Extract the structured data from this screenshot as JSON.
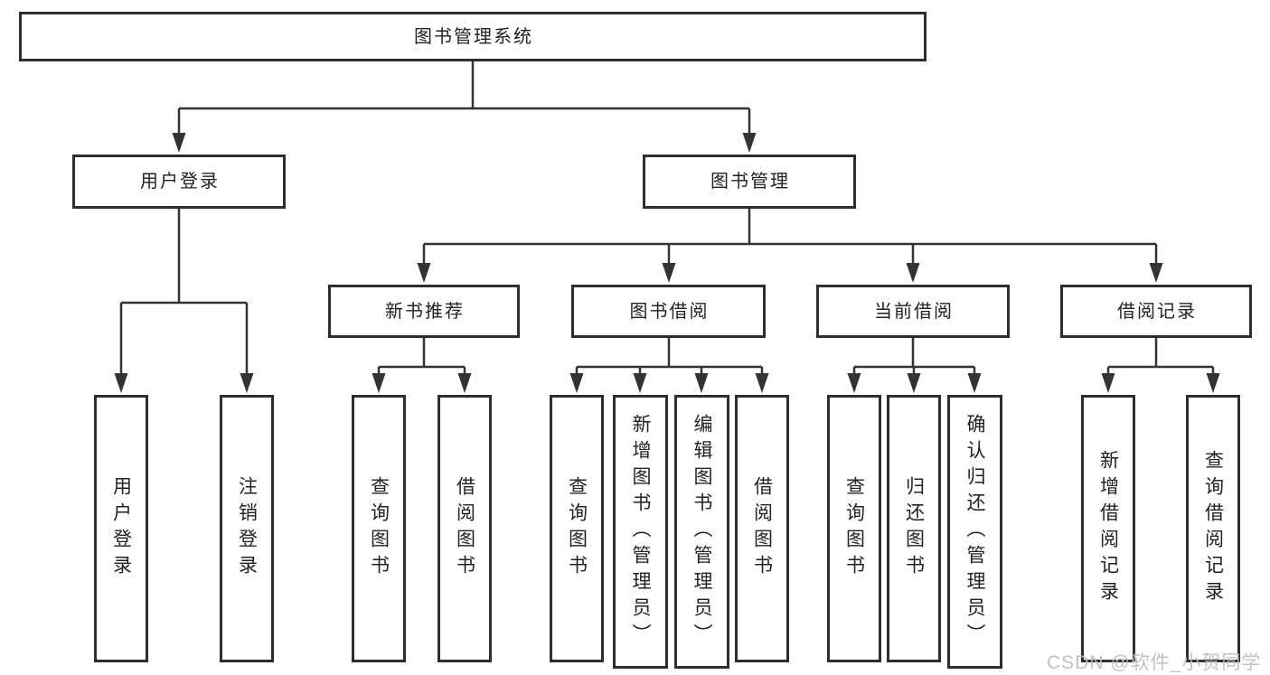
{
  "tree": {
    "root": {
      "label": "图书管理系统"
    },
    "branches": [
      {
        "label": "用户登录",
        "children": [
          {
            "label": "用户登录"
          },
          {
            "label": "注销登录"
          }
        ]
      },
      {
        "label": "图书管理",
        "children": [
          {
            "label": "新书推荐",
            "children": [
              {
                "label": "查询图书"
              },
              {
                "label": "借阅图书"
              }
            ]
          },
          {
            "label": "图书借阅",
            "children": [
              {
                "label": "查询图书"
              },
              {
                "label": "新增图书（管理员）"
              },
              {
                "label": "编辑图书（管理员）"
              },
              {
                "label": "借阅图书"
              }
            ]
          },
          {
            "label": "当前借阅",
            "children": [
              {
                "label": "查询图书"
              },
              {
                "label": "归还图书"
              },
              {
                "label": "确认归还（管理员）"
              }
            ]
          },
          {
            "label": "借阅记录",
            "children": [
              {
                "label": "新增借阅记录"
              },
              {
                "label": "查询借阅记录"
              }
            ]
          }
        ]
      }
    ]
  },
  "watermark": "CSDN @软件_小贺同学",
  "colors": {
    "line": "#333333",
    "box_border": "#2e2e2e",
    "text": "#222222",
    "watermark": "#bcbcbc",
    "background": "#ffffff"
  }
}
